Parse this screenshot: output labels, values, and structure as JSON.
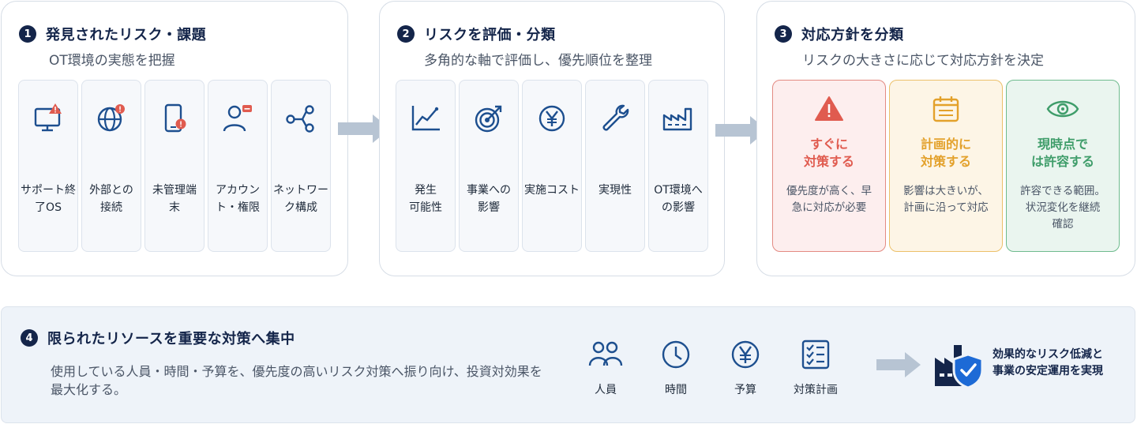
{
  "steps": [
    {
      "num": "1",
      "title": "発見されたリスク・課題",
      "subtitle": "OT環境の実態を把握",
      "items": [
        {
          "icon": "monitor-alert-icon",
          "lines": [
            "サポート終",
            "了OS"
          ]
        },
        {
          "icon": "globe-alert-icon",
          "lines": [
            "外部との",
            "接続"
          ]
        },
        {
          "icon": "phone-alert-icon",
          "lines": [
            "未管理端",
            "末"
          ]
        },
        {
          "icon": "user-minus-icon",
          "lines": [
            "アカウン",
            "ト・権限"
          ]
        },
        {
          "icon": "network-share-icon",
          "lines": [
            "ネットワー",
            "ク構成"
          ]
        }
      ]
    },
    {
      "num": "2",
      "title": "リスクを評価・分類",
      "subtitle": "多角的な軸で評価し、優先順位を整理",
      "items": [
        {
          "icon": "line-chart-icon",
          "lines": [
            "発生",
            "可能性"
          ]
        },
        {
          "icon": "target-icon",
          "lines": [
            "事業への",
            "影響"
          ]
        },
        {
          "icon": "yen-icon",
          "lines": [
            "実施コスト"
          ]
        },
        {
          "icon": "wrench-icon",
          "lines": [
            "実現性"
          ]
        },
        {
          "icon": "factory-icon",
          "lines": [
            "OT環境へ",
            "の影響"
          ]
        }
      ]
    },
    {
      "num": "3",
      "title": "対応方針を分類",
      "subtitle": "リスクの大きさに応じて対応方針を決定",
      "policies": [
        {
          "icon": "warning-icon",
          "title": [
            "すぐに",
            "対策する"
          ],
          "desc": [
            "優先度が高く、早",
            "急に対応が必要"
          ],
          "color": "#e05b4f",
          "bg": "#fdeeee",
          "border": "#e38a82"
        },
        {
          "icon": "calendar-icon",
          "title": [
            "計画的に",
            "対策する"
          ],
          "desc": [
            "影響は大きいが、",
            "計画に沿って対応"
          ],
          "color": "#e3a12b",
          "bg": "#fdf5e6",
          "border": "#ecc06a"
        },
        {
          "icon": "eye-icon",
          "title": [
            "現時点で",
            "は許容する"
          ],
          "desc": [
            "許容できる範囲。",
            "状況変化を継続",
            "確認"
          ],
          "color": "#3f9d6a",
          "bg": "#eaf5ef",
          "border": "#6fbb8e"
        }
      ]
    }
  ],
  "bottom": {
    "num": "4",
    "title": "限られたリソースを重要な対策へ集中",
    "desc": "使用している人員・時間・予算を、優先度の高いリスク対策へ振り向け、投資対効果を最大化する。",
    "resources": [
      {
        "icon": "people-icon",
        "label": "人員"
      },
      {
        "icon": "clock-icon",
        "label": "時間"
      },
      {
        "icon": "yen-coin-icon",
        "label": "予算"
      },
      {
        "icon": "checklist-icon",
        "label": "対策計画"
      }
    ],
    "goal": [
      "効果的なリスク低減と",
      "事業の安定運用を実現"
    ]
  },
  "colors": {
    "navy": "#14254a",
    "icon_blue": "#1d4f8f",
    "alert_red": "#e05b4f",
    "arrow": "#b7c4d3"
  }
}
